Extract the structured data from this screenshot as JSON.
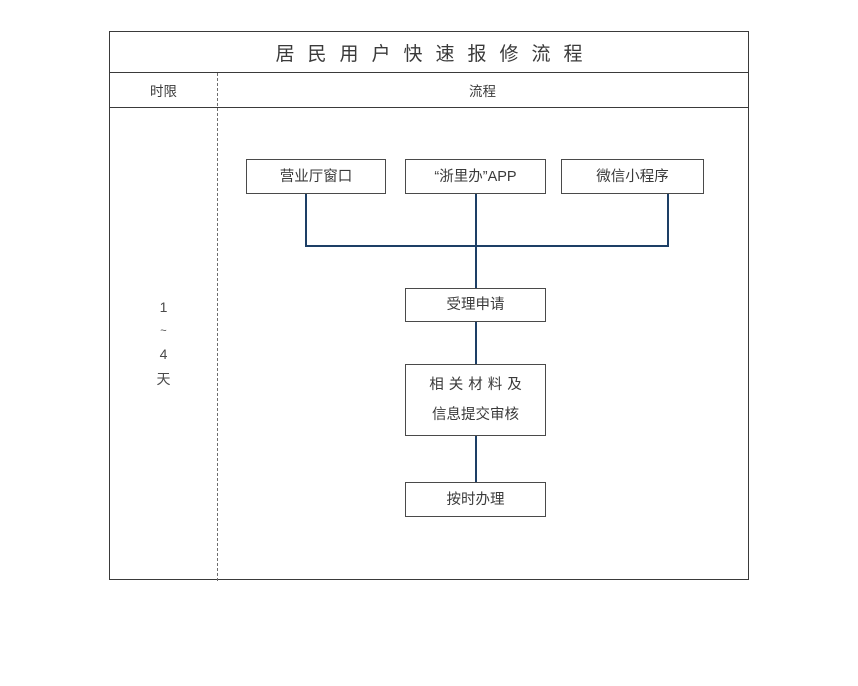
{
  "diagram": {
    "title": "居民用户快速报修流程",
    "columns": {
      "timeframe_header": "时限",
      "flow_header": "流程"
    },
    "timeframe": {
      "from": "1",
      "separator": "~",
      "to": "4",
      "unit": "天"
    },
    "nodes": {
      "channels": [
        {
          "id": "window",
          "label": "营业厅窗口"
        },
        {
          "id": "app",
          "label": "“浙里办”APP"
        },
        {
          "id": "miniapp",
          "label": "微信小程序"
        }
      ],
      "accept": {
        "label": "受理申请"
      },
      "review": {
        "line1": "相关材料及",
        "line2": "信息提交审核"
      },
      "handle": {
        "label": "按时办理"
      }
    },
    "colors": {
      "connector": "#1d3f66",
      "box_border": "#4a4a4a",
      "table_border": "#3a3a3a",
      "divider": "#6e6e6e",
      "text": "#3a3a3a",
      "background": "#ffffff"
    }
  }
}
